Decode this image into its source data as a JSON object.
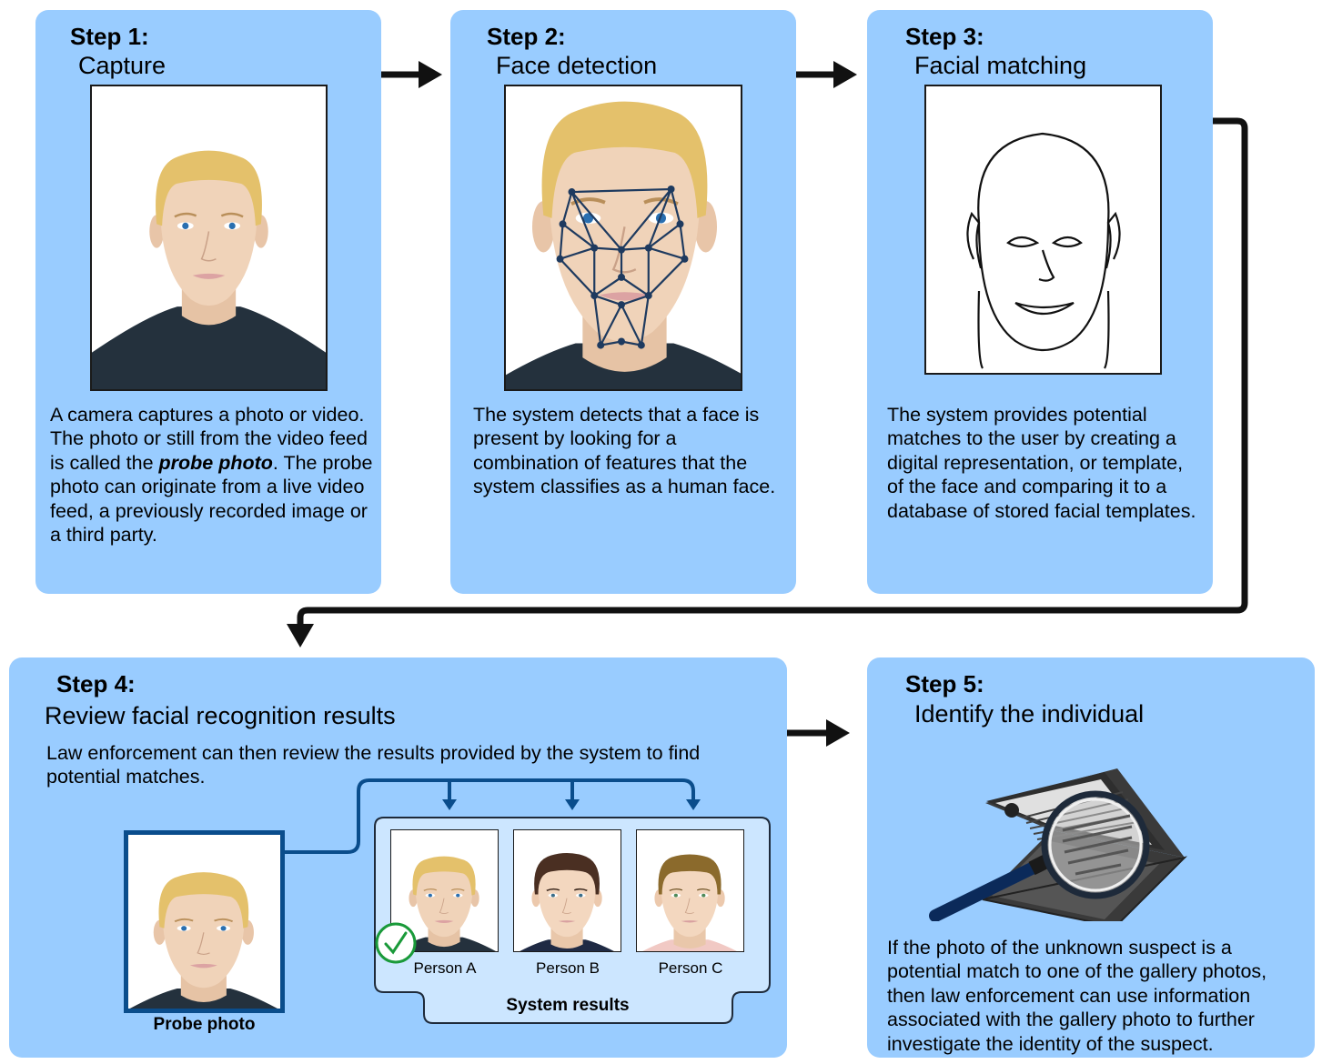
{
  "steps": [
    {
      "label": "Step 1:",
      "title": "Capture",
      "desc_parts": [
        "A camera captures a photo or video. The photo or still from the video feed is called the ",
        "probe photo",
        ". The probe photo can originate from a live video feed, a previously recorded image or a third party."
      ]
    },
    {
      "label": "Step 2:",
      "title": "Face detection",
      "desc": "The system detects that a face is present by looking for a combination of features that the system classifies as a human face."
    },
    {
      "label": "Step 3:",
      "title": "Facial matching",
      "desc": "The system provides potential matches to the user by creating a digital representation, or template, of the face and comparing it to a database of stored facial templates."
    },
    {
      "label": "Step 4:",
      "title": "Review facial recognition results",
      "desc": "Law enforcement can then review the results provided by the system to find potential matches."
    },
    {
      "label": "Step 5:",
      "title": "Identify the individual",
      "desc": "If the photo of the unknown suspect is a potential match to one of the gallery photos, then law enforcement can use information associated with the gallery photo to further investigate the identity of the suspect."
    }
  ],
  "probe_caption": "Probe photo",
  "results": {
    "title": "System results",
    "persons": [
      "Person A",
      "Person B",
      "Person C"
    ]
  },
  "icons": {
    "match": "checkmark-circle-icon",
    "identify": "magnifier-laptop-icon"
  },
  "colors": {
    "panel": "#99ccff",
    "connector": "#0a4d8c",
    "results_box": "#cce6ff",
    "check": "#1a9a3a"
  }
}
